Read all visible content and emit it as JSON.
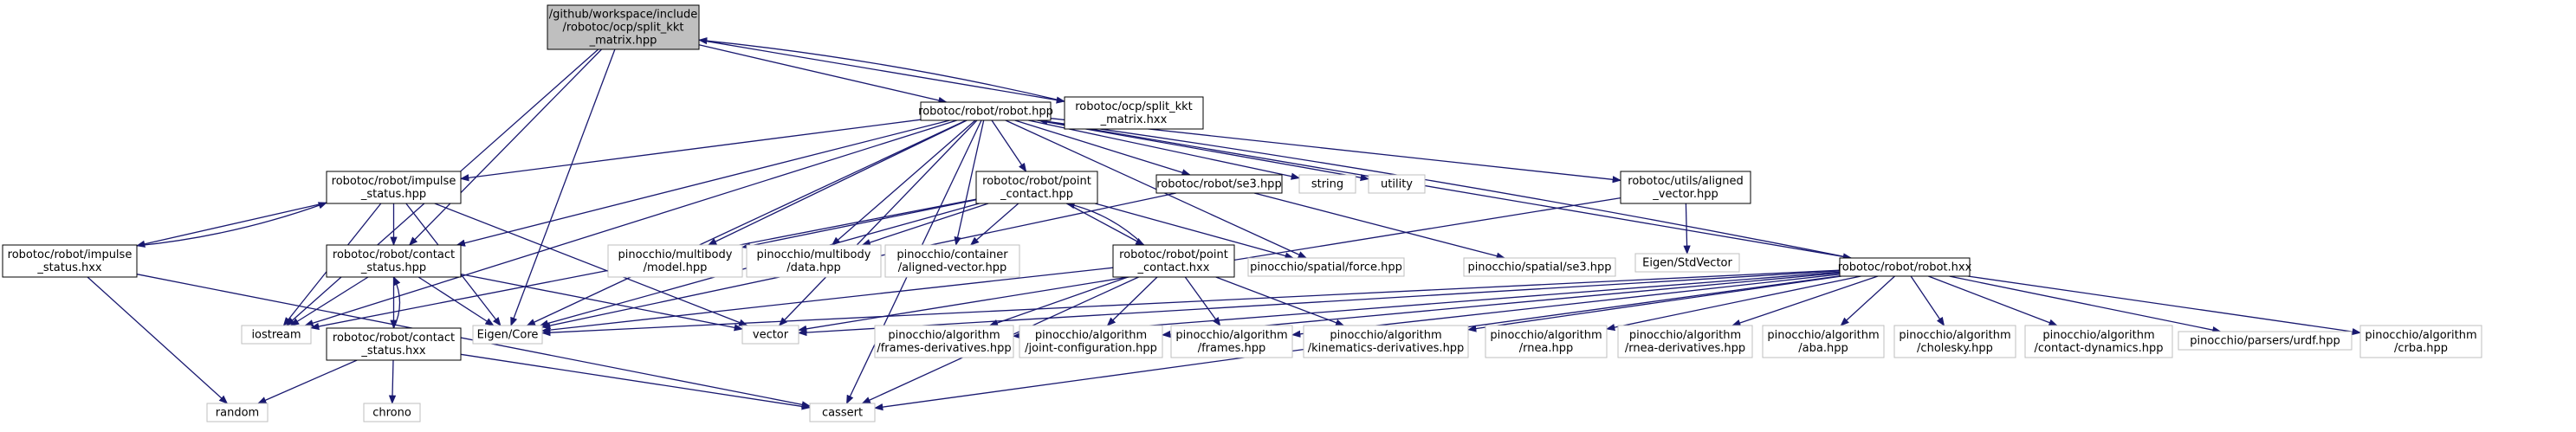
{
  "root": {
    "line1": "/github/workspace/include",
    "line2": "/robotoc/ocp/split_kkt",
    "line3": "_matrix.hpp"
  },
  "nodes": {
    "split_kkt_matrix_hxx": [
      "robotoc/ocp/split_kkt",
      "_matrix.hxx"
    ],
    "robot_hpp": [
      "robotoc/robot/robot.hpp"
    ],
    "impulse_status_hpp": [
      "robotoc/robot/impulse",
      "_status.hpp"
    ],
    "impulse_status_hxx": [
      "robotoc/robot/impulse",
      "_status.hxx"
    ],
    "contact_status_hpp": [
      "robotoc/robot/contact",
      "_status.hpp"
    ],
    "contact_status_hxx": [
      "robotoc/robot/contact",
      "_status.hxx"
    ],
    "point_contact_hpp": [
      "robotoc/robot/point",
      "_contact.hpp"
    ],
    "point_contact_hxx": [
      "robotoc/robot/point",
      "_contact.hxx"
    ],
    "se3_hpp": [
      "robotoc/robot/se3.hpp"
    ],
    "aligned_vector_hpp": [
      "robotoc/utils/aligned",
      "_vector.hpp"
    ],
    "robot_hxx": [
      "robotoc/robot/robot.hxx"
    ],
    "iostream": [
      "iostream"
    ],
    "eigen_core": [
      "Eigen/Core"
    ],
    "vector": [
      "vector"
    ],
    "random": [
      "random"
    ],
    "chrono": [
      "chrono"
    ],
    "cassert": [
      "cassert"
    ],
    "string": [
      "string"
    ],
    "utility": [
      "utility"
    ],
    "eigen_stdvector": [
      "Eigen/StdVector"
    ],
    "pin_model": [
      "pinocchio/multibody",
      "/model.hpp"
    ],
    "pin_data": [
      "pinocchio/multibody",
      "/data.hpp"
    ],
    "pin_aligned_vector": [
      "pinocchio/container",
      "/aligned-vector.hpp"
    ],
    "pin_force": [
      "pinocchio/spatial/force.hpp"
    ],
    "pin_se3": [
      "pinocchio/spatial/se3.hpp"
    ],
    "pin_frames_derivatives": [
      "pinocchio/algorithm",
      "/frames-derivatives.hpp"
    ],
    "pin_joint_configuration": [
      "pinocchio/algorithm",
      "/joint-configuration.hpp"
    ],
    "pin_frames": [
      "pinocchio/algorithm",
      "/frames.hpp"
    ],
    "pin_kinematics_derivatives": [
      "pinocchio/algorithm",
      "/kinematics-derivatives.hpp"
    ],
    "pin_rnea": [
      "pinocchio/algorithm",
      "/rnea.hpp"
    ],
    "pin_rnea_derivatives": [
      "pinocchio/algorithm",
      "/rnea-derivatives.hpp"
    ],
    "pin_aba": [
      "pinocchio/algorithm",
      "/aba.hpp"
    ],
    "pin_cholesky": [
      "pinocchio/algorithm",
      "/cholesky.hpp"
    ],
    "pin_contact_dynamics": [
      "pinocchio/algorithm",
      "/contact-dynamics.hpp"
    ],
    "pin_urdf": [
      "pinocchio/parsers/urdf.hpp"
    ],
    "pin_crba": [
      "pinocchio/algorithm",
      "/crba.hpp"
    ]
  },
  "colors": {
    "edge": "#191970",
    "project_border": "#000000",
    "external_border": "#bfbfbf",
    "root_fill": "#bfbfbf"
  },
  "edges": [
    [
      "root",
      "split_kkt_matrix_hxx"
    ],
    [
      "root",
      "robot_hpp"
    ],
    [
      "root",
      "contact_status_hpp"
    ],
    [
      "root",
      "iostream"
    ],
    [
      "root",
      "eigen_core"
    ],
    [
      "split_kkt_matrix_hxx",
      "root"
    ],
    [
      "robot_hpp",
      "impulse_status_hpp"
    ],
    [
      "robot_hpp",
      "contact_status_hpp"
    ],
    [
      "robot_hpp",
      "point_contact_hpp"
    ],
    [
      "robot_hpp",
      "se3_hpp"
    ],
    [
      "robot_hpp",
      "aligned_vector_hpp"
    ],
    [
      "robot_hpp",
      "robot_hxx"
    ],
    [
      "robot_hpp",
      "iostream"
    ],
    [
      "robot_hpp",
      "eigen_core"
    ],
    [
      "robot_hpp",
      "vector"
    ],
    [
      "robot_hpp",
      "cassert"
    ],
    [
      "robot_hpp",
      "string"
    ],
    [
      "robot_hpp",
      "utility"
    ],
    [
      "robot_hpp",
      "pin_model"
    ],
    [
      "robot_hpp",
      "pin_data"
    ],
    [
      "robot_hpp",
      "pin_aligned_vector"
    ],
    [
      "robot_hpp",
      "pin_force"
    ],
    [
      "impulse_status_hpp",
      "impulse_status_hxx"
    ],
    [
      "impulse_status_hpp",
      "contact_status_hpp"
    ],
    [
      "impulse_status_hpp",
      "iostream"
    ],
    [
      "impulse_status_hpp",
      "eigen_core"
    ],
    [
      "impulse_status_hpp",
      "vector"
    ],
    [
      "impulse_status_hxx",
      "impulse_status_hpp"
    ],
    [
      "impulse_status_hxx",
      "random"
    ],
    [
      "impulse_status_hxx",
      "cassert"
    ],
    [
      "contact_status_hpp",
      "contact_status_hxx"
    ],
    [
      "contact_status_hpp",
      "iostream"
    ],
    [
      "contact_status_hpp",
      "eigen_core"
    ],
    [
      "contact_status_hpp",
      "vector"
    ],
    [
      "contact_status_hxx",
      "contact_status_hpp"
    ],
    [
      "contact_status_hxx",
      "random"
    ],
    [
      "contact_status_hxx",
      "chrono"
    ],
    [
      "contact_status_hxx",
      "cassert"
    ],
    [
      "point_contact_hpp",
      "point_contact_hxx"
    ],
    [
      "point_contact_hpp",
      "iostream"
    ],
    [
      "point_contact_hpp",
      "eigen_core"
    ],
    [
      "point_contact_hpp",
      "pin_model"
    ],
    [
      "point_contact_hpp",
      "pin_data"
    ],
    [
      "point_contact_hpp",
      "pin_aligned_vector"
    ],
    [
      "point_contact_hpp",
      "pin_force"
    ],
    [
      "point_contact_hxx",
      "point_contact_hpp"
    ],
    [
      "point_contact_hxx",
      "eigen_core"
    ],
    [
      "point_contact_hxx",
      "cassert"
    ],
    [
      "point_contact_hxx",
      "pin_frames_derivatives"
    ],
    [
      "point_contact_hxx",
      "pin_joint_configuration"
    ],
    [
      "point_contact_hxx",
      "pin_frames"
    ],
    [
      "point_contact_hxx",
      "pin_kinematics_derivatives"
    ],
    [
      "se3_hpp",
      "pin_se3"
    ],
    [
      "se3_hpp",
      "eigen_core"
    ],
    [
      "aligned_vector_hpp",
      "eigen_stdvector"
    ],
    [
      "aligned_vector_hpp",
      "vector"
    ],
    [
      "robot_hxx",
      "robot_hpp"
    ],
    [
      "robot_hxx",
      "eigen_core"
    ],
    [
      "robot_hxx",
      "vector"
    ],
    [
      "robot_hxx",
      "cassert"
    ],
    [
      "robot_hxx",
      "pin_frames_derivatives"
    ],
    [
      "robot_hxx",
      "pin_joint_configuration"
    ],
    [
      "robot_hxx",
      "pin_frames"
    ],
    [
      "robot_hxx",
      "pin_kinematics_derivatives"
    ],
    [
      "robot_hxx",
      "pin_rnea"
    ],
    [
      "robot_hxx",
      "pin_rnea_derivatives"
    ],
    [
      "robot_hxx",
      "pin_aba"
    ],
    [
      "robot_hxx",
      "pin_cholesky"
    ],
    [
      "robot_hxx",
      "pin_contact_dynamics"
    ],
    [
      "robot_hxx",
      "pin_urdf"
    ],
    [
      "robot_hxx",
      "pin_crba"
    ]
  ]
}
